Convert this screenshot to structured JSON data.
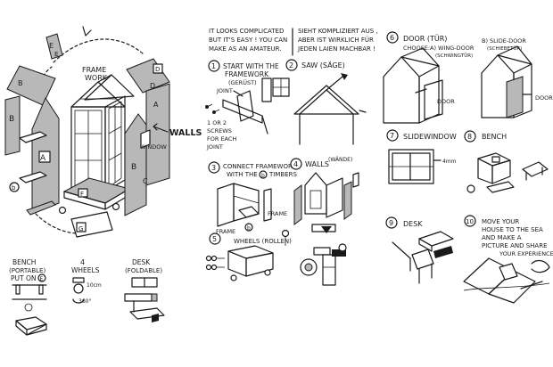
{
  "intro": {
    "en": [
      "IT LOOKS COMPLICATED",
      "BUT IT'S EASY ! YOU CAN",
      "MAKE AS AN AMATEUR."
    ],
    "de": [
      "SIEHT KOMPLIZIERT AUS ,",
      "ABER IST WIRKLICH FÜR",
      "JEDEN LAIEN MACHBAR !"
    ]
  },
  "main": {
    "frame_work": [
      "FRAME",
      "WORK"
    ],
    "walls": "WALLS",
    "window": "WINDOW",
    "panels": {
      "e": "E",
      "d": "D",
      "b": "B",
      "a": "A",
      "c": "C",
      "f": "F",
      "g": "G",
      "b_circle": "b"
    }
  },
  "bottom_left": {
    "bench": [
      "BENCH",
      "(PORTABLE)",
      "PUT ON"
    ],
    "bench_ref": "E",
    "wheels": [
      "4",
      "WHEELS"
    ],
    "wheels_dims": [
      "10cm",
      "360°"
    ],
    "desk": [
      "DESK",
      "(FOLDABLE)"
    ]
  },
  "steps": {
    "s1": {
      "num": "1",
      "title": [
        "START WITH THE",
        "FRAMEWORK",
        "(GERÜST)"
      ],
      "joint": "JOINT",
      "screws": [
        "1 OR 2",
        "SCREWS",
        "FOR EACH",
        "JOINT"
      ]
    },
    "s2": {
      "num": "2",
      "title": "SAW (SÄGE)"
    },
    "s3": {
      "num": "3",
      "title": [
        "CONNECT FRAMEWORK",
        "WITH THE",
        "TIMBERS"
      ],
      "timber_ref": "b",
      "frame_a": "FRAME",
      "frame_b": "FRAME"
    },
    "s4": {
      "num": "4",
      "title": "WALLS",
      "sub": "(WÄNDE)"
    },
    "s5": {
      "num": "5",
      "title": "WHEELS (ROLLEN)"
    },
    "s6": {
      "num": "6",
      "title": "DOOR (TÜR)",
      "choose": "CHOOSE:",
      "a": [
        "A) WING-DOOR",
        "(SCHWINGTÜR)"
      ],
      "b": [
        "B) SLIDE-DOOR",
        "(SCHIEBETÜR)"
      ],
      "door_a": "DOOR",
      "door_b": "DOOR"
    },
    "s7": {
      "num": "7",
      "title": "SLIDEWINDOW",
      "dim": "4mm"
    },
    "s8": {
      "num": "8",
      "title": "BENCH"
    },
    "s9": {
      "num": "9",
      "title": "DESK"
    },
    "s10": {
      "num": "10",
      "title": [
        "MOVE YOUR",
        "HOUSE TO THE SEA",
        "AND MAKE A",
        "PICTURE AND SHARE",
        "YOUR EXPERIENCE."
      ]
    }
  }
}
